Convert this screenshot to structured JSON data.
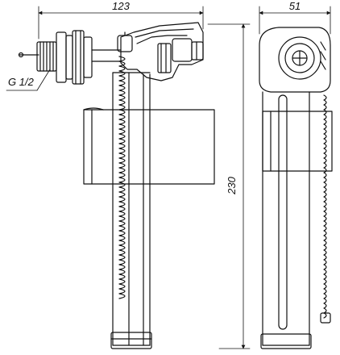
{
  "dimensions": {
    "width_left_view": "123",
    "width_right_view": "51",
    "height_total": "230",
    "thread_label": "G 1/2"
  },
  "colors": {
    "line": "#111111",
    "background": "#ffffff"
  }
}
